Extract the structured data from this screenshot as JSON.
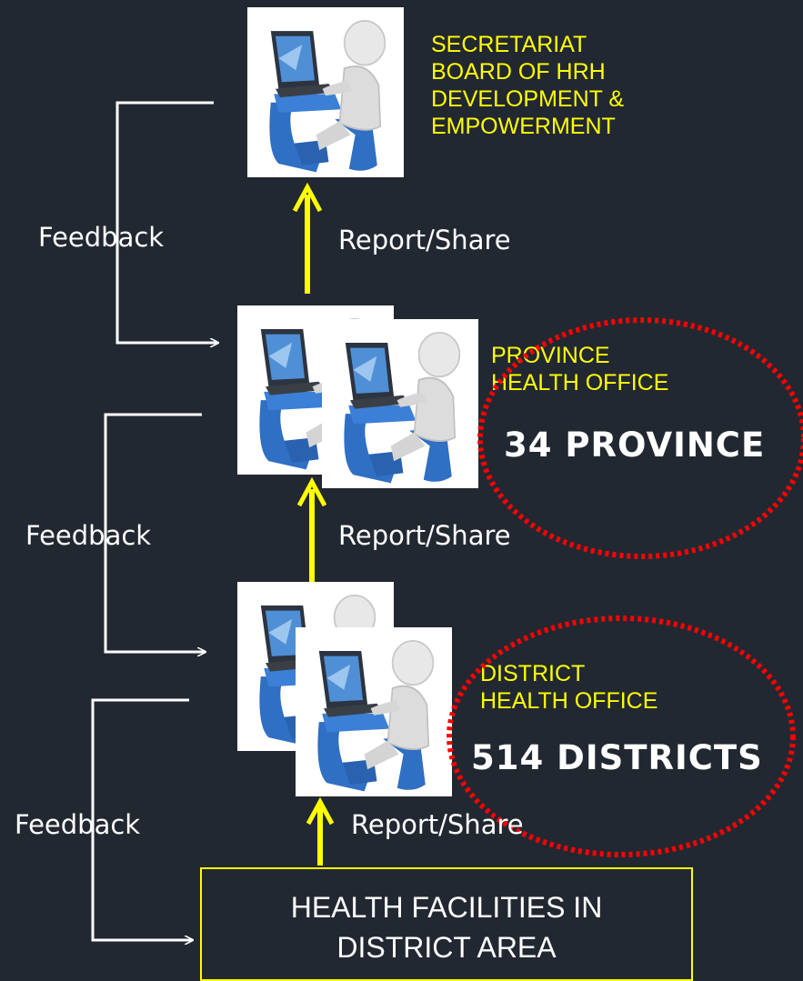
{
  "levels": {
    "secretariat": {
      "label": "SECRETARIAT\nBOARD OF HRH\nDEVELOPMENT &\nEMPOWERMENT"
    },
    "province": {
      "label": "PROVINCE\nHEALTH OFFICE",
      "count": "34  PROVINCE"
    },
    "district": {
      "label": "DISTRICT\nHEALTH OFFICE",
      "count": "514 DISTRICTS"
    },
    "facilities": {
      "label": "HEALTH FACILITIES IN\nDISTRICT AREA"
    }
  },
  "flows": {
    "report_label": "Report/Share",
    "feedback_label": "Feedback"
  },
  "colors": {
    "background": "#222831",
    "label": "#ffff00",
    "report_arrow": "#ffff00",
    "feedback_arrow": "#ffffff",
    "highlight_circle": "#ff0000",
    "chair": "#2f6fc4"
  },
  "icons": [
    "person-at-laptop-icon"
  ]
}
